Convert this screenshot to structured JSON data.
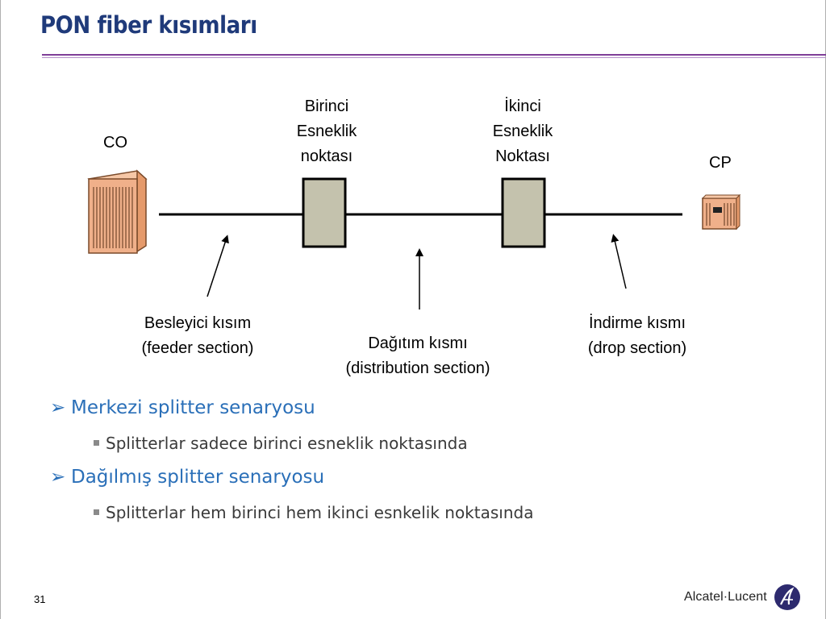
{
  "slide": {
    "title": "PON fiber kısımları",
    "page_number": "31"
  },
  "diagram": {
    "co_label": "CO",
    "cp_label": "CP",
    "first_point": [
      "Birinci",
      "Esneklik",
      "noktası"
    ],
    "second_point": [
      "İkinci",
      "Esneklik",
      "Noktası"
    ],
    "feeder": [
      "Besleyici kısım",
      "(feeder section)"
    ],
    "distribution": [
      "Dağıtım kısmı",
      "(distribution section)"
    ],
    "drop": [
      "İndirme kısmı",
      "(drop section)"
    ]
  },
  "bullets": [
    {
      "text": "Merkezi splitter senaryosu",
      "sub": "Splitterlar sadece birinci esneklik noktasında"
    },
    {
      "text": "Dağılmış splitter senaryosu",
      "sub": "Splitterlar hem birinci hem ikinci esnkelik noktasında"
    }
  ],
  "logo": {
    "text": "Alcatel·Lucent"
  },
  "colors": {
    "title": "#1f3a7a",
    "rule": "#7f3f98",
    "bullet": "#2a6fb8",
    "node_fill": "#c4c2ad",
    "equipment": "#f0b08a"
  }
}
